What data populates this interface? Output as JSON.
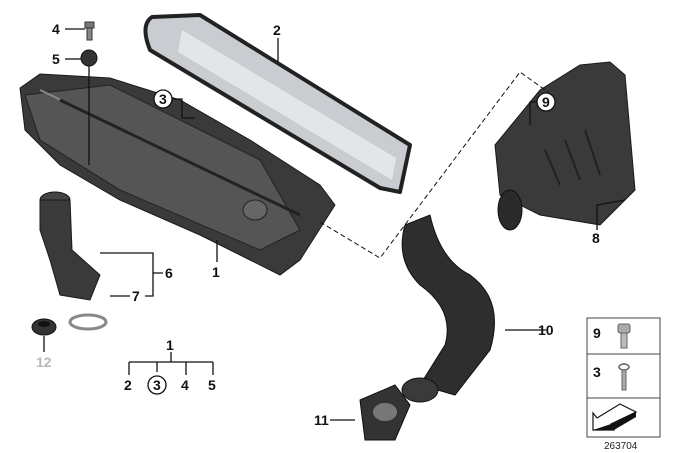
{
  "callouts": {
    "c1": "1",
    "c2": "2",
    "c3": "3",
    "c4": "4",
    "c5": "5",
    "c6": "6",
    "c7": "7",
    "c8": "8",
    "c9": "9",
    "c10": "10",
    "c11": "11",
    "c12": "12"
  },
  "hierarchy": {
    "parent": "1",
    "children": [
      "2",
      "3",
      "4",
      "5"
    ]
  },
  "legend_box": {
    "row1": "9",
    "row2": "3"
  },
  "diagram_id": "263704"
}
